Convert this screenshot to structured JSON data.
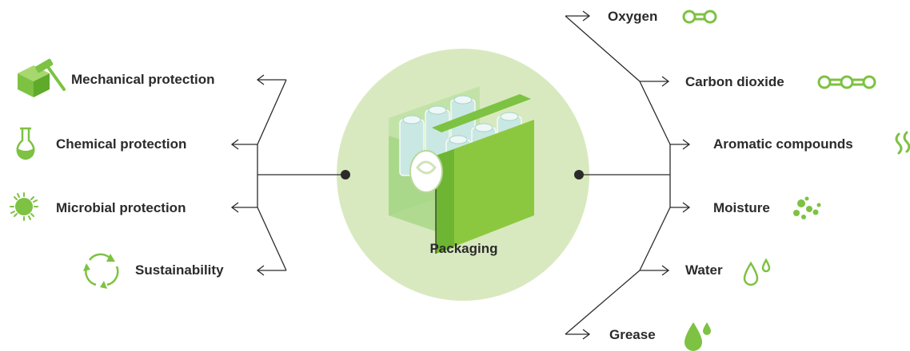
{
  "center": {
    "label": "Packaging",
    "fill": "#d9e9bf",
    "accent": "#7dc242"
  },
  "left_items": [
    {
      "label": "Mechanical protection",
      "icon": "hammer-block-icon"
    },
    {
      "label": "Chemical protection",
      "icon": "flask-icon"
    },
    {
      "label": "Microbial protection",
      "icon": "microbe-icon"
    },
    {
      "label": "Sustainability",
      "icon": "recycle-arrows-icon"
    }
  ],
  "right_items": [
    {
      "label": "Oxygen",
      "icon": "oxygen-molecule-icon"
    },
    {
      "label": "Carbon dioxide",
      "icon": "carbon-dioxide-molecule-icon"
    },
    {
      "label": "Aromatic compounds",
      "icon": "aroma-waves-icon"
    },
    {
      "label": "Moisture",
      "icon": "moisture-droplets-icon"
    },
    {
      "label": "Water",
      "icon": "water-drop-outline-icon"
    },
    {
      "label": "Grease",
      "icon": "grease-drop-icon"
    }
  ],
  "colors": {
    "line": "#2b2b2b",
    "icon": "#7dc242",
    "text": "#2b2b2b"
  }
}
